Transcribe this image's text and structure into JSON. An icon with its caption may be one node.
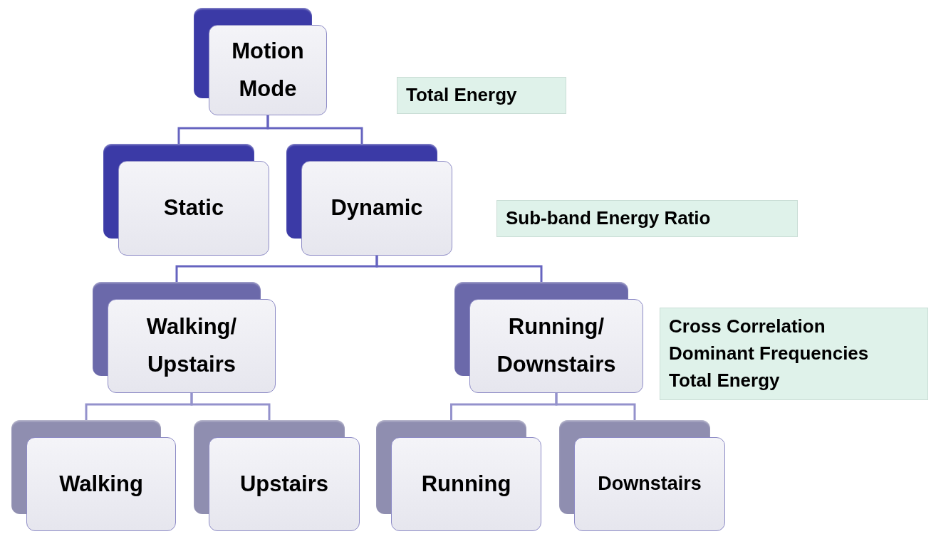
{
  "diagram": {
    "nodes": [
      {
        "text": [
          "Motion Mode"
        ]
      },
      {
        "text": [
          "Total Energy"
        ]
      },
      {
        "text": [
          "Static"
        ]
      },
      {
        "text": [
          "Dynamic"
        ]
      },
      {
        "text": [
          "Sub-band Energy Ratio"
        ]
      },
      {
        "text": [
          "Walking/ Upstairs"
        ]
      },
      {
        "text": [
          "Running/ Downstairs"
        ]
      },
      {
        "text": [
          "Cross Correlation",
          "Dominant Frequencies",
          "Total Energy"
        ]
      },
      {
        "text": [
          "Walking"
        ]
      },
      {
        "text": [
          "Upstairs"
        ]
      },
      {
        "text": [
          "Running"
        ]
      },
      {
        "text": [
          "Downstairs"
        ]
      }
    ],
    "edges": [
      {
        "from": 0,
        "to": 2,
        "arrow": "none"
      },
      {
        "from": 0,
        "to": 3,
        "arrow": "none"
      },
      {
        "from": 3,
        "to": 5,
        "arrow": "none"
      },
      {
        "from": 3,
        "to": 6,
        "arrow": "none"
      },
      {
        "from": 5,
        "to": 8,
        "arrow": "none"
      },
      {
        "from": 5,
        "to": 9,
        "arrow": "none"
      },
      {
        "from": 6,
        "to": 10,
        "arrow": "none"
      },
      {
        "from": 6,
        "to": 11,
        "arrow": "none"
      }
    ]
  }
}
